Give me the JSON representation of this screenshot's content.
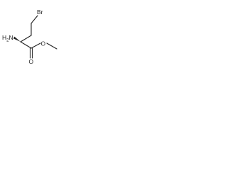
{
  "molecule": {
    "atoms": {
      "bromine": "Br",
      "amine_main": "H",
      "amine_sub": "2",
      "amine_tail": "N",
      "carbonyl_oxygen": "O",
      "ester_oxygen": "O"
    },
    "colors": {
      "ink": "#222222",
      "background": "#ffffff"
    },
    "stereocenter": "wedge-bond"
  }
}
